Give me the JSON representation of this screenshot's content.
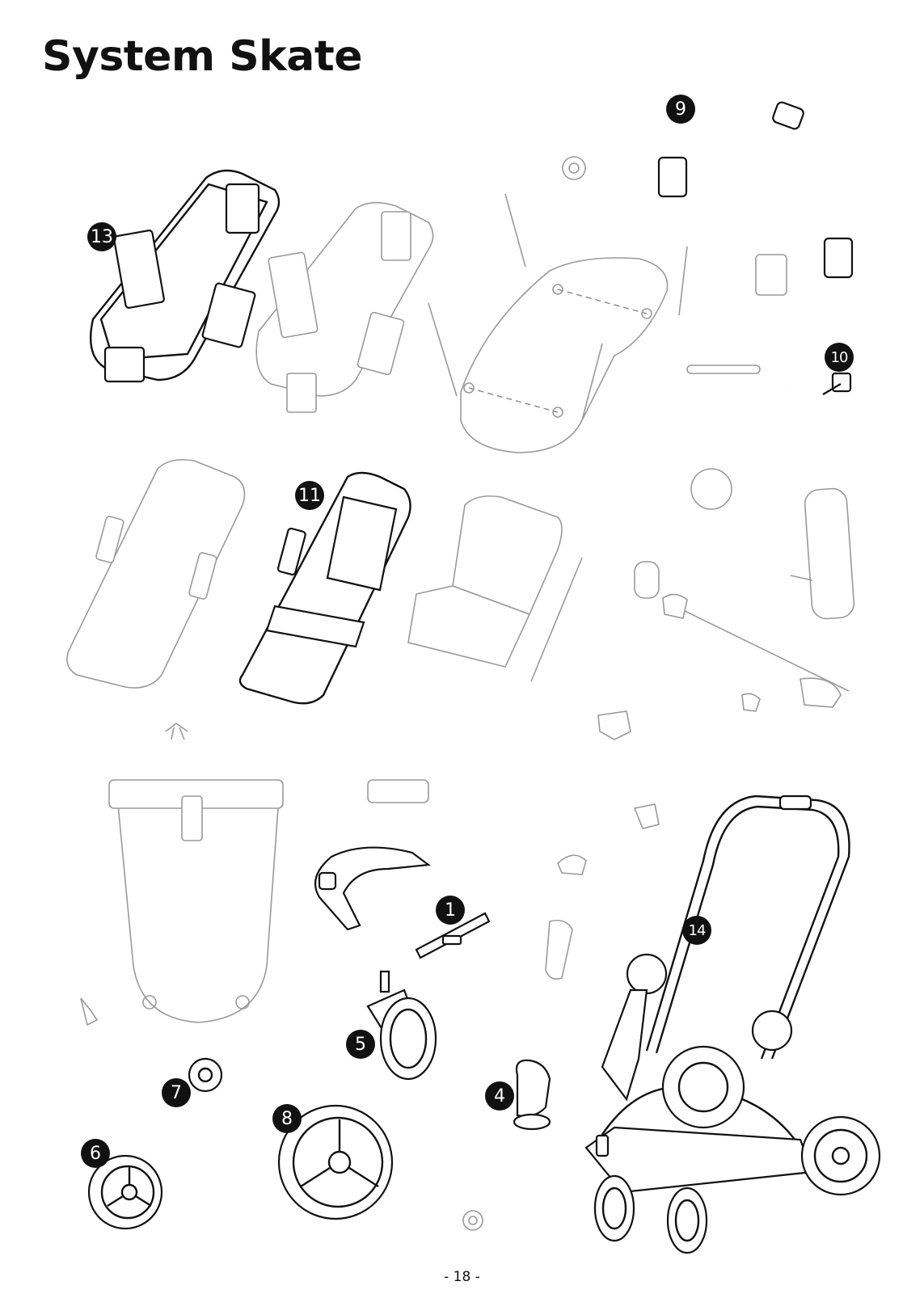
{
  "title": "System Skate",
  "callouts": {
    "c1": "1",
    "c4": "4",
    "c5": "5",
    "c6": "6",
    "c7": "7",
    "c8": "8",
    "c9": "9",
    "c10": "10",
    "c11": "11",
    "c13": "13",
    "c14": "14"
  },
  "page_number": "- 18 -"
}
